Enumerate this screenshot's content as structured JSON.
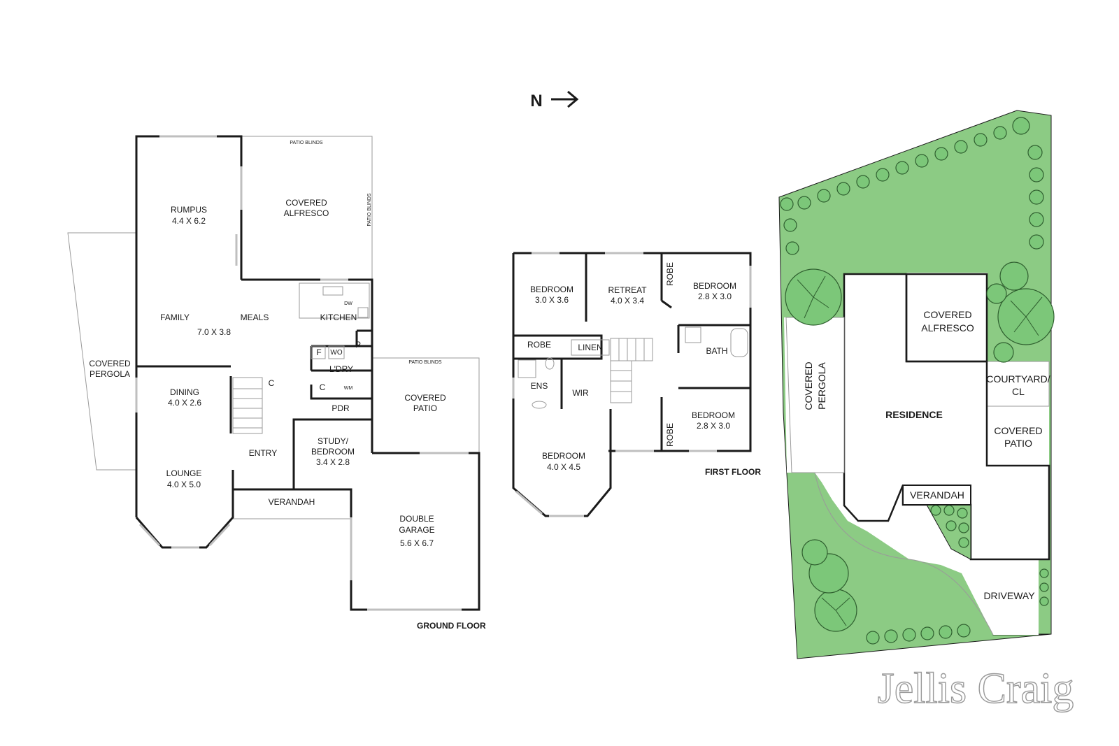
{
  "compass": {
    "label": "N",
    "arrow": "→"
  },
  "ground_floor": {
    "title": "GROUND FLOOR",
    "rooms": {
      "rumpus": {
        "name": "RUMPUS",
        "dims": "4.4 X 6.2"
      },
      "covered_alfresco": {
        "line1": "COVERED",
        "line2": "ALFRESCO"
      },
      "patio_blinds_top": "PATIO BLINDS",
      "patio_blinds_side": "PATIO BLINDS",
      "family": "FAMILY",
      "meals": "MEALS",
      "family_meals_dims": "7.0 X 3.8",
      "kitchen": "KITCHEN",
      "dw": "DW",
      "f": "F",
      "wo": "WO",
      "p": "P",
      "ldry": "L'DRY",
      "c_stair": "C",
      "c_ldry": "C",
      "wm": "WM",
      "pdr": "PDR",
      "covered_pergola": {
        "line1": "COVERED",
        "line2": "PERGOLA"
      },
      "dining": {
        "name": "DINING",
        "dims": "4.0 X 2.6"
      },
      "entry": "ENTRY",
      "study": {
        "line1": "STUDY/",
        "line2": "BEDROOM",
        "dims": "3.4 X 2.8"
      },
      "lounge": {
        "name": "LOUNGE",
        "dims": "4.0 X 5.0"
      },
      "verandah": "VERANDAH",
      "patio_blinds_patio": "PATIO BLINDS",
      "covered_patio": {
        "line1": "COVERED",
        "line2": "PATIO"
      },
      "double_garage": {
        "line1": "DOUBLE",
        "line2": "GARAGE",
        "dims": "5.6 X 6.7"
      }
    }
  },
  "first_floor": {
    "title": "FIRST FLOOR",
    "rooms": {
      "bedroom_a": {
        "name": "BEDROOM",
        "dims": "3.0 X 3.6"
      },
      "retreat": {
        "name": "RETREAT",
        "dims": "4.0 X 3.4"
      },
      "robe_top": "ROBE",
      "bedroom_b": {
        "name": "BEDROOM",
        "dims": "2.8 X 3.0"
      },
      "robe_left": "ROBE",
      "linen": "LINEN",
      "bath": "BATH",
      "ens": "ENS",
      "wir": "WIR",
      "bedroom_c": {
        "name": "BEDROOM",
        "dims": "2.8 X 3.0"
      },
      "robe_bottom": "ROBE",
      "bedroom_d": {
        "name": "BEDROOM",
        "dims": "4.0 X 4.5"
      }
    }
  },
  "site_plan": {
    "covered_alfresco": {
      "line1": "COVERED",
      "line2": "ALFRESCO"
    },
    "courtyard": {
      "line1": "COURTYARD/",
      "line2": "CL"
    },
    "covered_pergola": {
      "line1": "COVERED",
      "line2": "PERGOLA"
    },
    "residence": "RESIDENCE",
    "covered_patio": {
      "line1": "COVERED",
      "line2": "PATIO"
    },
    "verandah": "VERANDAH",
    "driveway": "DRIVEWAY"
  },
  "brand": {
    "logo_text": "Jellis Craig"
  },
  "colors": {
    "lawn": "#8ccb84",
    "wall": "#1a1a1a",
    "site_outline": "#1a1a1a",
    "tree_stroke": "#2f5f2f"
  }
}
